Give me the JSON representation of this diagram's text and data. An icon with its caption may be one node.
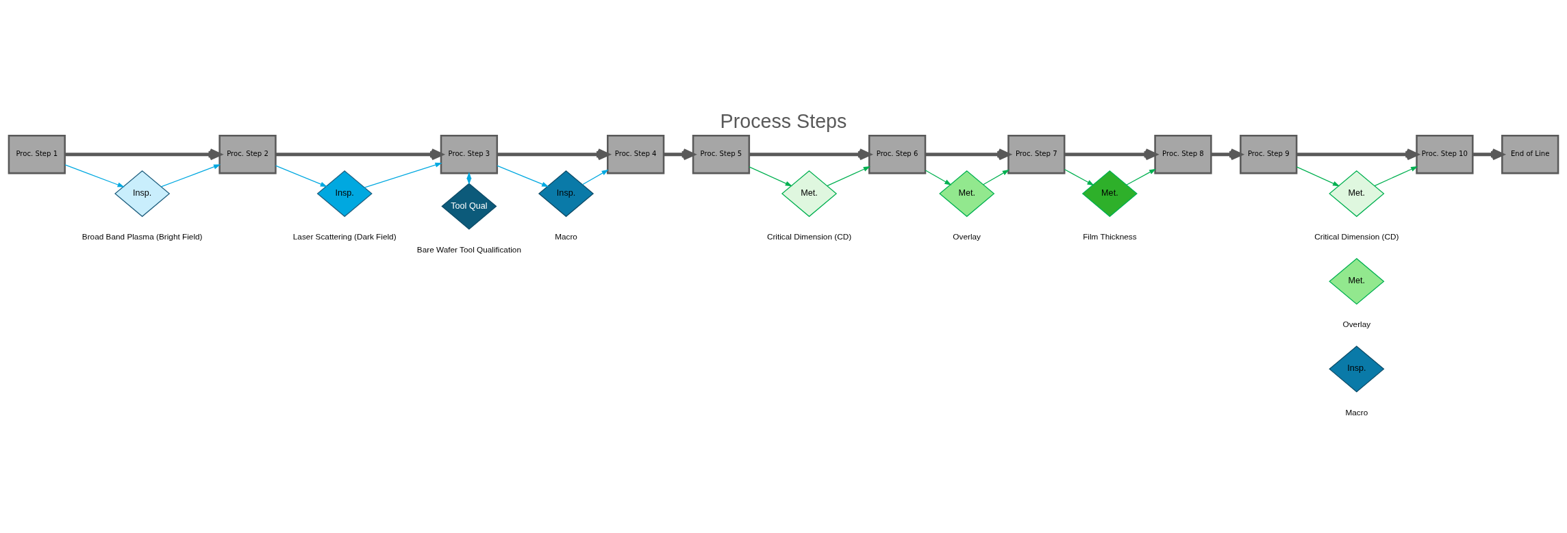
{
  "diagram": {
    "title": "Process Steps",
    "nodes": [
      {
        "text": [
          "Proc. Step 1"
        ]
      },
      {
        "text": [
          "Proc. Step 2"
        ]
      },
      {
        "text": [
          "Proc. Step 3"
        ]
      },
      {
        "text": [
          "Proc. Step 4"
        ]
      },
      {
        "text": [
          "Proc. Step 5"
        ]
      },
      {
        "text": [
          "Proc. Step 6"
        ]
      },
      {
        "text": [
          "Proc. Step 7"
        ]
      },
      {
        "text": [
          "Proc. Step 8"
        ]
      },
      {
        "text": [
          "Proc. Step 9"
        ]
      },
      {
        "text": [
          "Proc. Step 10"
        ]
      },
      {
        "text": [
          "End of Line"
        ]
      },
      {
        "text": [
          "Tool Qual"
        ],
        "beside": [
          "Bare Wafer Tool Qualification"
        ]
      },
      {
        "text": [
          "Insp."
        ],
        "beside": [
          "Broad Band Plasma (Bright Field)"
        ]
      },
      {
        "text": [
          "Insp."
        ],
        "beside": [
          "Laser Scattering (Dark Field)"
        ]
      },
      {
        "text": [
          "Insp."
        ],
        "beside": [
          "Macro"
        ]
      },
      {
        "text": [
          "Met."
        ],
        "beside": [
          "Critical Dimension (CD)"
        ]
      },
      {
        "text": [
          "Met."
        ],
        "beside": [
          "Overlay"
        ]
      },
      {
        "text": [
          "Met."
        ],
        "beside": [
          "Film Thickness"
        ]
      },
      {
        "text": [
          "Met."
        ],
        "beside": [
          "Critical Dimension (CD)"
        ]
      },
      {
        "text": [
          "Met."
        ],
        "beside": [
          "Overlay"
        ]
      },
      {
        "text": [
          "Insp."
        ],
        "beside": [
          "Macro"
        ]
      }
    ],
    "edges": [
      {
        "from": 0,
        "to": 1,
        "arrow": "to",
        "style": "thick"
      },
      {
        "from": 1,
        "to": 2,
        "arrow": "to",
        "style": "thick"
      },
      {
        "from": 2,
        "to": 3,
        "arrow": "to",
        "style": "thick"
      },
      {
        "from": 3,
        "to": 4,
        "arrow": "to",
        "style": "thick"
      },
      {
        "from": 4,
        "to": 5,
        "arrow": "to",
        "style": "thick"
      },
      {
        "from": 5,
        "to": 6,
        "arrow": "to",
        "style": "thick"
      },
      {
        "from": 6,
        "to": 7,
        "arrow": "to",
        "style": "thick"
      },
      {
        "from": 7,
        "to": 8,
        "arrow": "to",
        "style": "thick"
      },
      {
        "from": 8,
        "to": 9,
        "arrow": "to",
        "style": "thick"
      },
      {
        "from": 9,
        "to": 10,
        "arrow": "to",
        "style": "thick"
      },
      {
        "from": 2,
        "to": 11,
        "arrow": "both",
        "color": "#00a8e0"
      },
      {
        "from": 0,
        "to": 12,
        "arrow": "to",
        "color": "#00a8e0"
      },
      {
        "from": 12,
        "to": 1,
        "arrow": "to",
        "color": "#00a8e0"
      },
      {
        "from": 1,
        "to": 13,
        "arrow": "to",
        "color": "#00a8e0"
      },
      {
        "from": 13,
        "to": 2,
        "arrow": "to",
        "color": "#00a8e0"
      },
      {
        "from": 2,
        "to": 14,
        "arrow": "to",
        "color": "#00a8e0"
      },
      {
        "from": 14,
        "to": 3,
        "arrow": "to",
        "color": "#00a8e0"
      },
      {
        "from": 4,
        "to": 15,
        "arrow": "to",
        "color": "#00b050"
      },
      {
        "from": 15,
        "to": 5,
        "arrow": "to",
        "color": "#00b050"
      },
      {
        "from": 5,
        "to": 16,
        "arrow": "to",
        "color": "#00b050"
      },
      {
        "from": 16,
        "to": 6,
        "arrow": "to",
        "color": "#00b050"
      },
      {
        "from": 6,
        "to": 17,
        "arrow": "to",
        "color": "#00b050"
      },
      {
        "from": 17,
        "to": 7,
        "arrow": "to",
        "color": "#00b050"
      },
      {
        "from": 8,
        "to": 18,
        "arrow": "to",
        "color": "#00b050"
      },
      {
        "from": 18,
        "to": 9,
        "arrow": "to",
        "color": "#00b050"
      }
    ]
  }
}
